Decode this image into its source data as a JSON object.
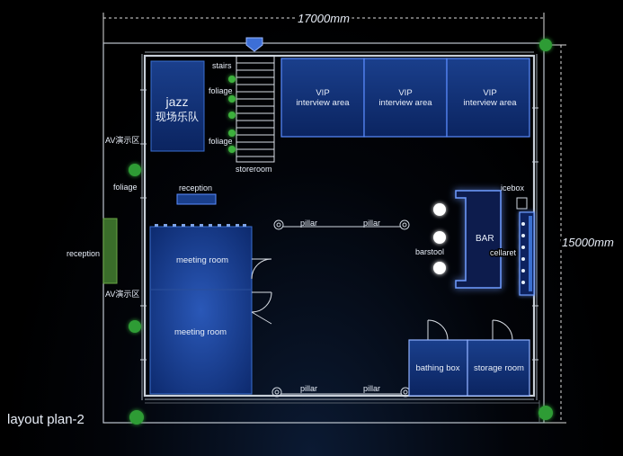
{
  "dimensions": {
    "width": "17000mm",
    "height": "15000mm"
  },
  "title": "layout plan-2",
  "labels": {
    "jazz_1": "jazz",
    "jazz_2": "现场乐队",
    "stairs": "stairs",
    "foliage": "foliage",
    "storeroom": "storeroom",
    "vip_1": "VIP",
    "vip_2": "interview area",
    "av_zone": "AV演示区",
    "reception": "reception",
    "pillar": "pillar",
    "icebox": "icebox",
    "bar": "BAR",
    "barstool": "barstool",
    "cellaret": "cellaret",
    "meeting_room": "meeting room",
    "bathing_box": "bathing box",
    "storage_room": "storage room"
  },
  "colors": {
    "room_fill": "#0e2d6e",
    "room_edge": "#3a6fd0",
    "wall": "#c8cfd8",
    "glow": "#5a8cff",
    "plant": "#3db13d",
    "background": "#000000"
  },
  "icons": [
    "entrance-arrow-icon",
    "plant-icon",
    "pillar-icon",
    "door-icon",
    "barstool-icon"
  ]
}
